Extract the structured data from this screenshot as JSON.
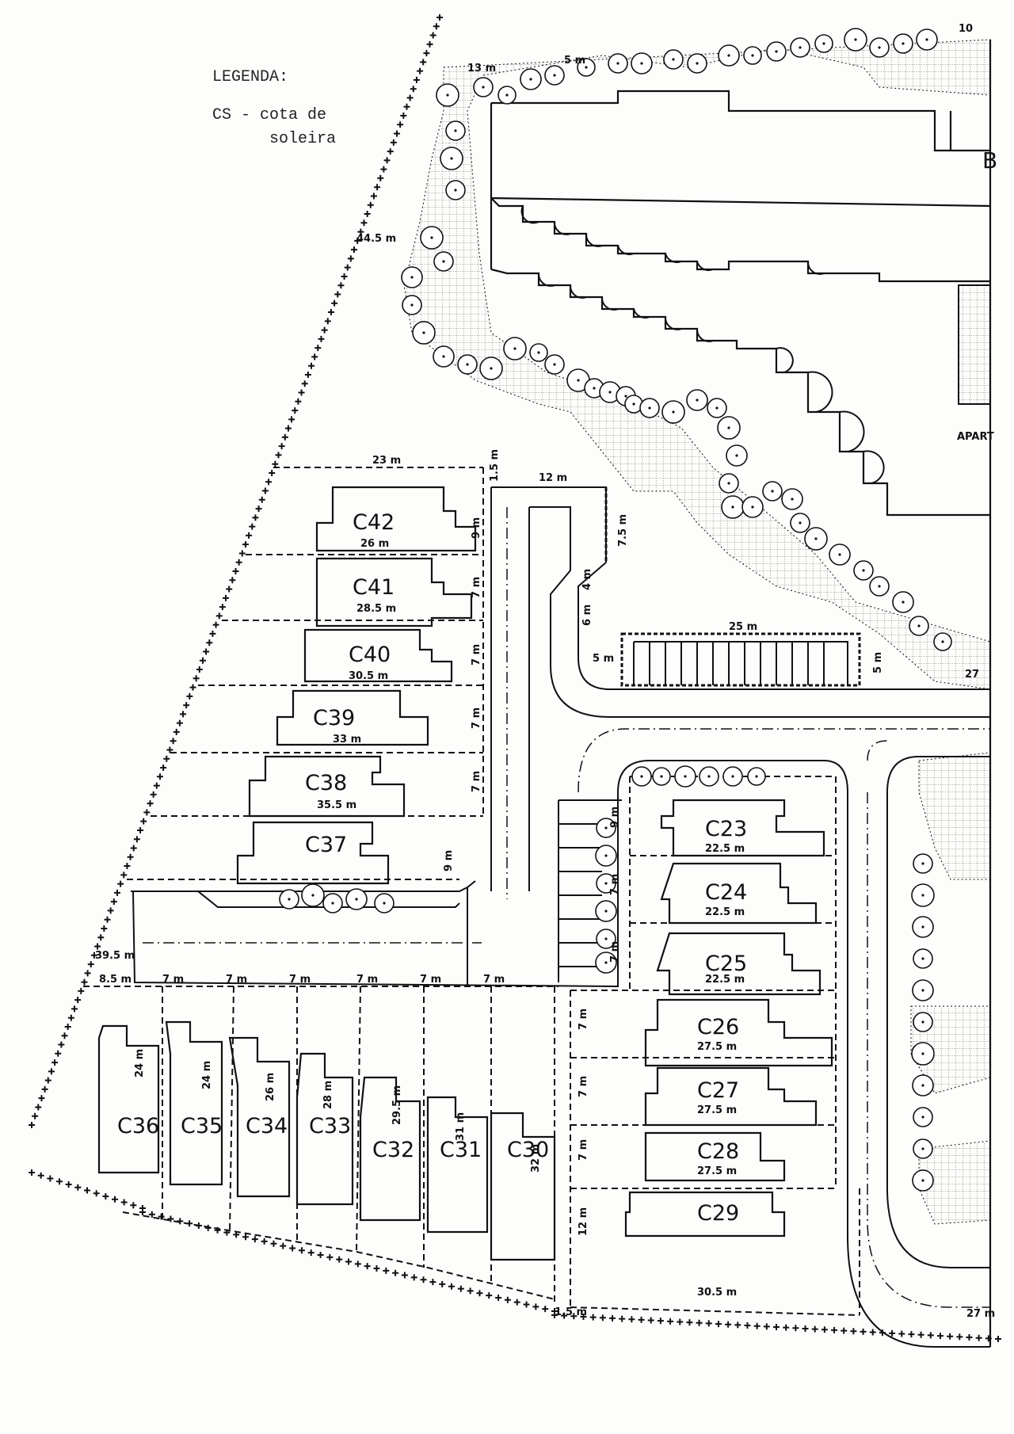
{
  "legend": {
    "title": "LEGENDA:",
    "line1": "CS - cota de",
    "line2": "soleira"
  },
  "labels": {
    "block_b": "B",
    "apart": "APART"
  },
  "lots": [
    {
      "id": "C42",
      "frontage": "26 m",
      "depth": "9 m"
    },
    {
      "id": "C41",
      "frontage": "28.5 m",
      "depth": "7 m"
    },
    {
      "id": "C40",
      "frontage": "30.5 m",
      "depth": "7 m"
    },
    {
      "id": "C39",
      "frontage": "33 m",
      "depth": "7 m"
    },
    {
      "id": "C38",
      "frontage": "35.5 m",
      "depth": "7 m"
    },
    {
      "id": "C37",
      "frontage": "",
      "depth": "9 m"
    },
    {
      "id": "C23",
      "frontage": "22.5 m",
      "depth": "9 m"
    },
    {
      "id": "C24",
      "frontage": "22.5 m",
      "depth": "7 m"
    },
    {
      "id": "C25",
      "frontage": "22.5 m",
      "depth": "7 m"
    },
    {
      "id": "C26",
      "frontage": "27.5 m",
      "depth": "7 m"
    },
    {
      "id": "C27",
      "frontage": "27.5 m",
      "depth": "7 m"
    },
    {
      "id": "C28",
      "frontage": "27.5 m",
      "depth": "7 m"
    },
    {
      "id": "C29",
      "frontage": "",
      "depth": "12 m"
    },
    {
      "id": "C36",
      "width": "8.5 m",
      "depth": "24 m"
    },
    {
      "id": "C35",
      "width": "7 m",
      "depth": "24 m"
    },
    {
      "id": "C34",
      "width": "7 m",
      "depth": "26 m"
    },
    {
      "id": "C33",
      "width": "7 m",
      "depth": "28 m"
    },
    {
      "id": "C32",
      "width": "7 m",
      "depth": "29.5 m"
    },
    {
      "id": "C31",
      "width": "7 m",
      "depth": "31 m"
    },
    {
      "id": "C30",
      "width": "7 m",
      "depth": "32 m"
    }
  ],
  "dimensions": {
    "top_10": "10",
    "top_5m": "5 m",
    "top_13m": "13 m",
    "left_44_5": "44.5 m",
    "top_23m": "23 m",
    "top_1_5m": "1.5 m",
    "top_12m": "12 m",
    "side_7_5m": "7.5 m",
    "side_4m": "4 m",
    "side_6m": "6 m",
    "side_5m_a": "5 m",
    "park_25m": "25 m",
    "side_5m_b": "5 m",
    "right_27": "27",
    "bottom_39_5": "39.5 m",
    "bottom_30_5": "30.5 m",
    "bottom_1_5": "1.5 m",
    "bottom_27m": "27 m"
  }
}
